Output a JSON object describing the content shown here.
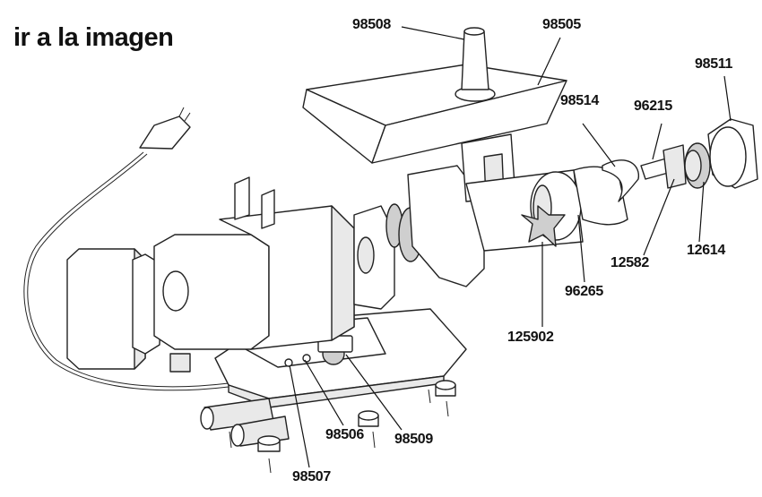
{
  "link": {
    "text": "ir a la imagen"
  },
  "parts": {
    "p98508": "98508",
    "p98505": "98505",
    "p98511": "98511",
    "p98514": "98514",
    "p96215": "96215",
    "p12582": "12582",
    "p12614": "12614",
    "p96265": "96265",
    "p125902": "125902",
    "p98506": "98506",
    "p98509": "98509",
    "p98507": "98507"
  }
}
